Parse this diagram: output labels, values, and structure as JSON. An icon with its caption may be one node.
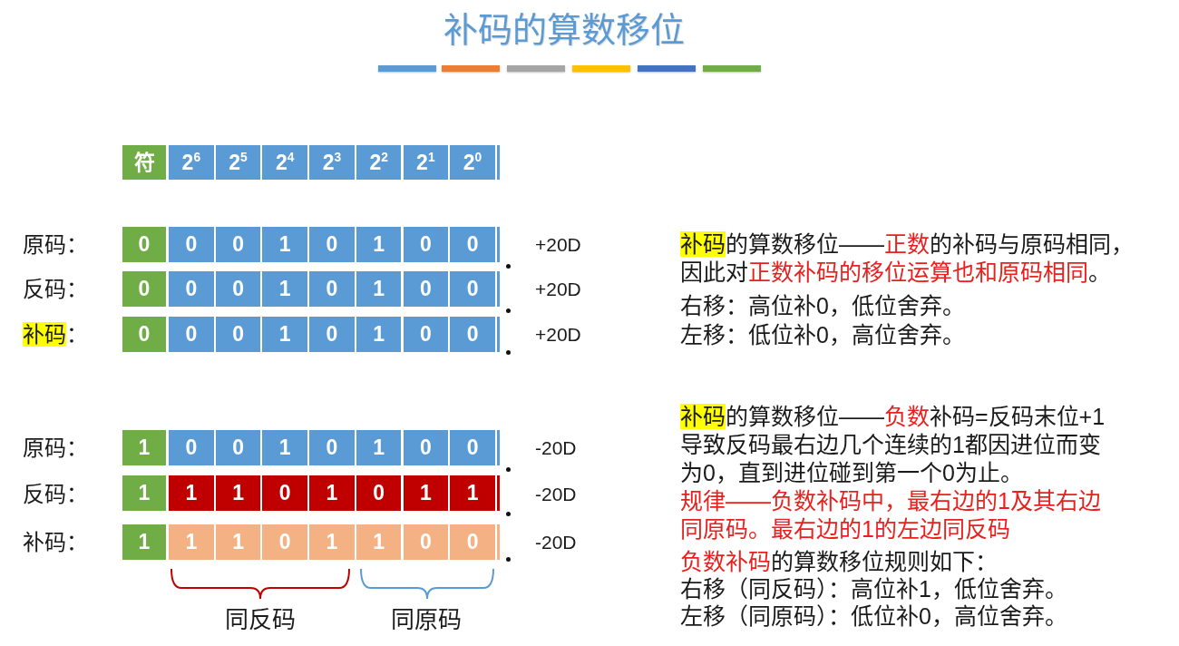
{
  "diagram": {
    "title": "补码的算数移位",
    "nodes": [
      {
        "text": [
          "符"
        ]
      },
      {
        "text": [
          "2$^{6}$"
        ]
      },
      {
        "text": [
          "2$^{5}$"
        ]
      },
      {
        "text": [
          "2$^{4}$"
        ]
      },
      {
        "text": [
          "2$^{3}$"
        ]
      },
      {
        "text": [
          "2$^{2}$"
        ]
      },
      {
        "text": [
          "2$^{1}$"
        ]
      },
      {
        "text": [
          "2$^{0}$"
        ]
      },
      {
        "text": [
          "0"
        ]
      },
      {
        "text": [
          "0"
        ]
      },
      {
        "text": [
          "0"
        ]
      },
      {
        "text": [
          "1"
        ]
      },
      {
        "text": [
          "0"
        ]
      },
      {
        "text": [
          "1"
        ]
      },
      {
        "text": [
          "0"
        ]
      },
      {
        "text": [
          "0"
        ]
      },
      {
        "text": [
          "0"
        ]
      },
      {
        "text": [
          "0"
        ]
      },
      {
        "text": [
          "0"
        ]
      },
      {
        "text": [
          "1"
        ]
      },
      {
        "text": [
          "0"
        ]
      },
      {
        "text": [
          "1"
        ]
      },
      {
        "text": [
          "0"
        ]
      },
      {
        "text": [
          "0"
        ]
      },
      {
        "text": [
          "0"
        ]
      },
      {
        "text": [
          "0"
        ]
      },
      {
        "text": [
          "0"
        ]
      },
      {
        "text": [
          "1"
        ]
      },
      {
        "text": [
          "0"
        ]
      },
      {
        "text": [
          "1"
        ]
      },
      {
        "text": [
          "0"
        ]
      },
      {
        "text": [
          "0"
        ]
      },
      {
        "text": [
          "1"
        ]
      },
      {
        "text": [
          "0"
        ]
      },
      {
        "text": [
          "0"
        ]
      },
      {
        "text": [
          "1"
        ]
      },
      {
        "text": [
          "0"
        ]
      },
      {
        "text": [
          "1"
        ]
      },
      {
        "text": [
          "0"
        ]
      },
      {
        "text": [
          "0"
        ]
      },
      {
        "text": [
          "1"
        ]
      },
      {
        "text": [
          "1"
        ]
      },
      {
        "text": [
          "1"
        ]
      },
      {
        "text": [
          "0"
        ]
      },
      {
        "text": [
          "1"
        ]
      },
      {
        "text": [
          "0"
        ]
      },
      {
        "text": [
          "1"
        ]
      },
      {
        "text": [
          "1"
        ]
      },
      {
        "text": [
          "1"
        ]
      },
      {
        "text": [
          "1"
        ]
      },
      {
        "text": [
          "1"
        ]
      },
      {
        "text": [
          "0"
        ]
      },
      {
        "text": [
          "1"
        ]
      },
      {
        "text": [
          "1"
        ]
      },
      {
        "text": [
          "0"
        ]
      },
      {
        "text": [
          "0"
        ]
      }
    ],
    "labels": [
      "原码：",
      "+20D",
      "反码：",
      "+20D",
      "*补码*：",
      "+20D",
      "原码：",
      "-20D",
      "反码：",
      "-20D",
      "补码：",
      "-20D",
      "同反码",
      "同原码",
      "**补码**的算数移位——**正数**的补码与原码相同，因此对**正数补码的移位运算也和原码相同**。",
      "右移：高位补0，低位舍弃。",
      "左移：低位补0，高位舍弃。",
      "**补码**的算数移位——**负数**补码=反码末位+1导致反码最右边几个连续的1都因进位而变为0，直到进位碰到第一个0为止。",
      "规律——负数补码中，最右边的1及其右边同原码。最右边的1的左边同反码",
      "**负数补码**的算数移位规则如下：",
      "右移（同反码）：高位补1，低位舍弃。",
      "左移（同原码）：低位补0，高位舍弃。"
    ]
  }
}
